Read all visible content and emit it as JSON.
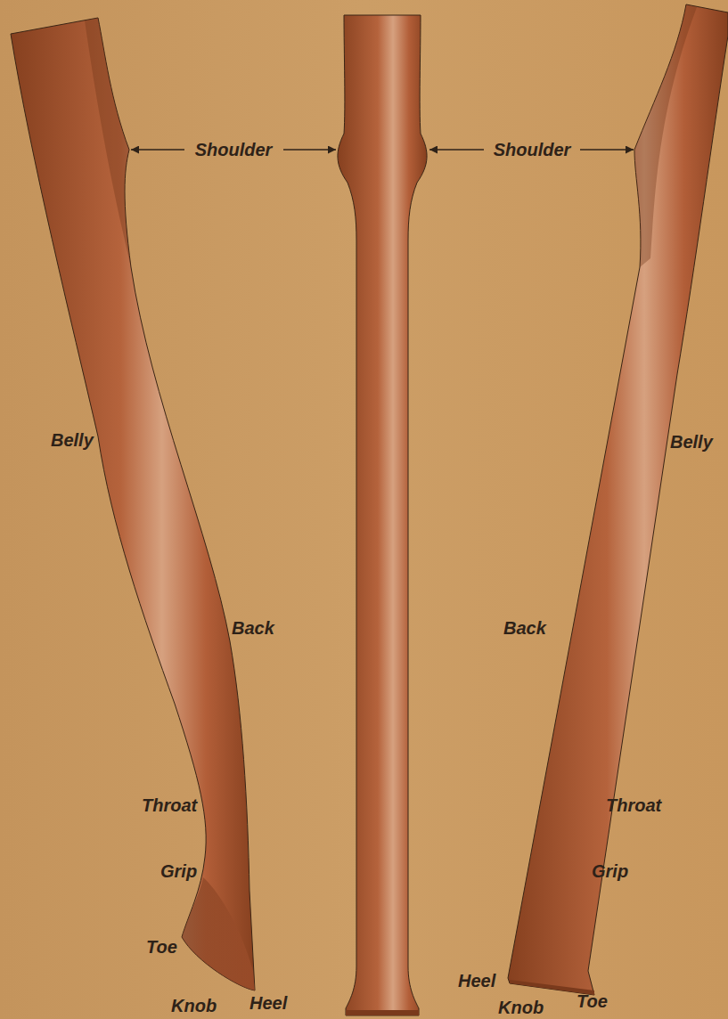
{
  "diagram": {
    "labels": [
      "Shoulder",
      "Shoulder",
      "Belly",
      "Belly",
      "Back",
      "Back",
      "Throat",
      "Throat",
      "Grip",
      "Grip",
      "Toe",
      "Heel",
      "Toe",
      "Knob",
      "Heel",
      "Knob"
    ]
  }
}
